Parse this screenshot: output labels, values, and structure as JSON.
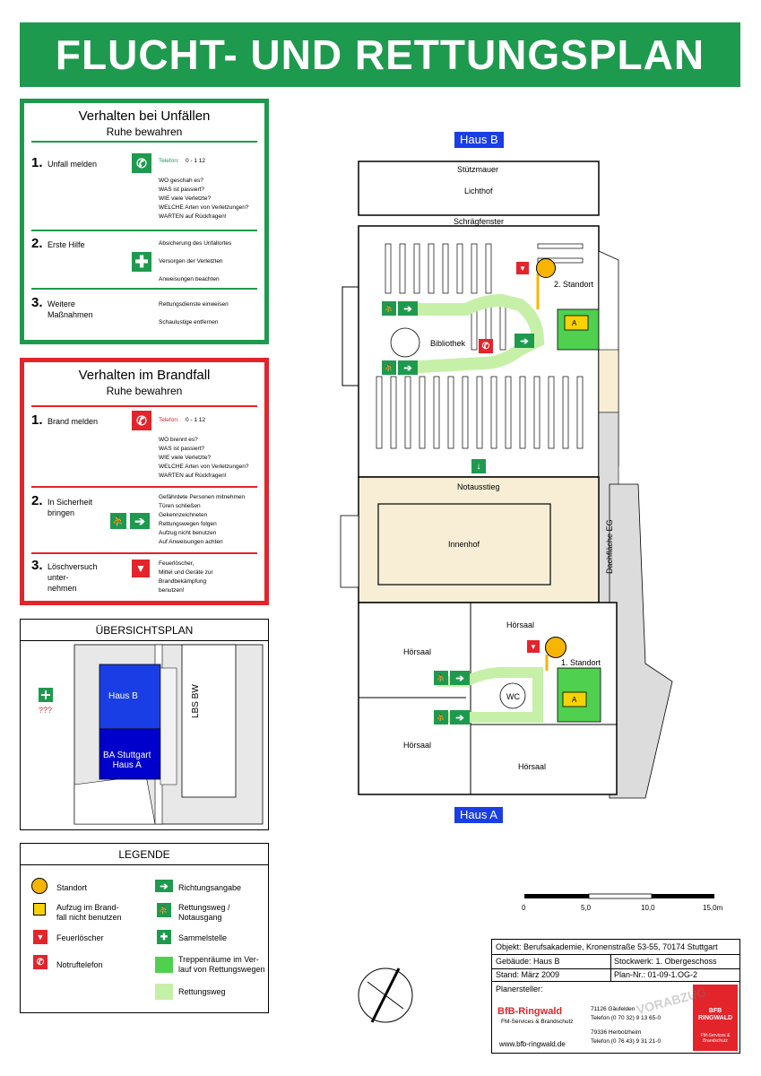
{
  "title": "FLUCHT- UND RETTUNGSPLAN",
  "accident": {
    "heading": "Verhalten bei Unfällen",
    "sub": "Ruhe bewahren",
    "s1_num": "1.",
    "s1_title": "Unfall melden",
    "s1_phone_label": "Telefon:",
    "s1_phone": "0 - 1 12",
    "s1_text": "WO  geschah es?\nWAS  ist passiert?\nWIE  viele Verletzte?\nWELCHE  Arten von Verletzungen?\nWARTEN  auf Rückfragen!",
    "s2_num": "2.",
    "s2_title": "Erste Hilfe",
    "s2_text": "Absicherung des Unfallortes\n\nVersorgen der Verletzten\n\nAnweisungen beachten",
    "s3_num": "3.",
    "s3_title": "Weitere\nMaßnahmen",
    "s3_text": "Rettungsdienste einweisen\n\nSchaulustige entfernen"
  },
  "fire": {
    "heading": "Verhalten im Brandfall",
    "sub": "Ruhe bewahren",
    "s1_num": "1.",
    "s1_title": "Brand melden",
    "s1_phone_label": "Telefon:",
    "s1_phone": "0 - 1 12",
    "s1_text": "WO  brennt es?\nWAS  ist passiert?\nWIE  viele Verletzte?\nWELCHE  Arten von Verletzungen?\nWARTEN  auf Rückfragen!",
    "s2_num": "2.",
    "s2_title": "In Sicherheit\nbringen",
    "s2_text": "Gefährdete Personen mitnehmen\nTüren schließen\nGekennzeichneten\nRettungswegen folgen\nAufzug nicht benutzen\nAuf Anweisungen achten",
    "s3_num": "3.",
    "s3_title": "Löschversuch\nunter-\nnehmen",
    "s3_text": "Feuerlöscher,\nMittel und Geräte zur\nBrandbekämpfung\nbenutzen!"
  },
  "overview": {
    "heading": "ÜBERSICHTSPLAN",
    "haus_b": "Haus B",
    "haus_a": "BA Stuttgart\nHaus A",
    "lbs": "LBS BW",
    "assembly": "???"
  },
  "legend": {
    "heading": "LEGENDE",
    "standort": "Standort",
    "aufzug": "Aufzug im Brand-\nfall nicht benutzen",
    "feuerloescher": "Feuerlöscher",
    "notruftelefon": "Notruftelefon",
    "richtung": "Richtungsangabe",
    "rettungsweg_notausgang": "Rettungsweg /\nNotausgang",
    "sammelstelle": "Sammelstelle",
    "treppen": "Treppenräume im Ver-\nlauf von Rettungswegen",
    "rettungsweg": "Rettungsweg"
  },
  "plan": {
    "haus_b": "Haus B",
    "haus_a": "Haus A",
    "stuetzmauer": "Stützmauer",
    "lichthof": "Lichthof",
    "schraegfenster": "Schrägfenster",
    "bibliothek": "Bibliothek",
    "standort2": "2. Standort",
    "standort1": "1. Standort",
    "notausstieg": "Notausstieg",
    "innenhof": "Innenhof",
    "dachflaeche": "Dachfläche EG",
    "hoersaal": "Hörsaal",
    "wc": "WC",
    "lift": "A"
  },
  "scale": {
    "t0": "0",
    "t1": "5,0",
    "t2": "10,0",
    "t3": "15,0m"
  },
  "info": {
    "objekt": "Objekt: Berufsakademie, Kronenstraße 53-55, 70174 Stuttgart",
    "gebaeude": "Gebäude: Haus B",
    "stockwerk": "Stockwerk: 1. Obergeschoss",
    "stand": "Stand:  März 2009",
    "plan_nr": "Plan-Nr.: 01-09-1.OG-2",
    "planersteller": "Planersteller:",
    "firma": "BfB-Ringwald",
    "firma_sub": "FM-Services & Brandschutz",
    "ort1": "71126 Gäufelden",
    "tel1": "Telefon (0 70 32) 9 13 65-0",
    "ort2": "79336 Herbolzheim",
    "tel2": "Telefon (0 76 43) 9 31 21-0",
    "web": "www.bfb-ringwald.de",
    "logo_text": "BFB\nRINGWALD",
    "logo_sub": "FM-Services &\nBrandschutz",
    "watermark": "VORABZUG"
  }
}
